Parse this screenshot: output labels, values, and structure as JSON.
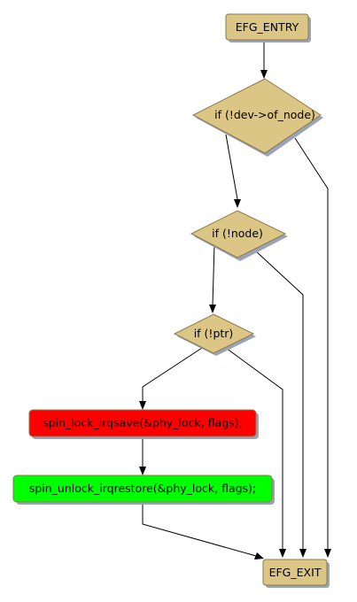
{
  "diagram": {
    "nodes": {
      "entry": {
        "label": "EFG_ENTRY",
        "shape": "box",
        "fill": "#dbc685"
      },
      "cond_of_node": {
        "label": "if (!dev->of_node)",
        "shape": "diamond",
        "fill": "#dbc685"
      },
      "cond_node": {
        "label": "if (!node)",
        "shape": "diamond",
        "fill": "#dbc685"
      },
      "cond_ptr": {
        "label": "if (!ptr)",
        "shape": "diamond",
        "fill": "#dbc685"
      },
      "lock": {
        "label": "spin_lock_irqsave(&phy_lock, flags);",
        "shape": "box",
        "fill": "#ff0000"
      },
      "unlock": {
        "label": "spin_unlock_irqrestore(&phy_lock, flags);",
        "shape": "box",
        "fill": "#00ff00"
      },
      "exit": {
        "label": "EFG_EXIT",
        "shape": "box",
        "fill": "#dbc685"
      }
    },
    "edges": [
      {
        "from": "entry",
        "to": "cond_of_node"
      },
      {
        "from": "cond_of_node",
        "to": "cond_node"
      },
      {
        "from": "cond_of_node",
        "to": "exit"
      },
      {
        "from": "cond_node",
        "to": "cond_ptr"
      },
      {
        "from": "cond_node",
        "to": "exit"
      },
      {
        "from": "cond_ptr",
        "to": "lock"
      },
      {
        "from": "cond_ptr",
        "to": "exit"
      },
      {
        "from": "lock",
        "to": "unlock"
      },
      {
        "from": "unlock",
        "to": "exit"
      }
    ],
    "colors": {
      "node_border": "#8a7a4a",
      "shadow": "#9aa3b8",
      "edge": "#000000"
    }
  }
}
